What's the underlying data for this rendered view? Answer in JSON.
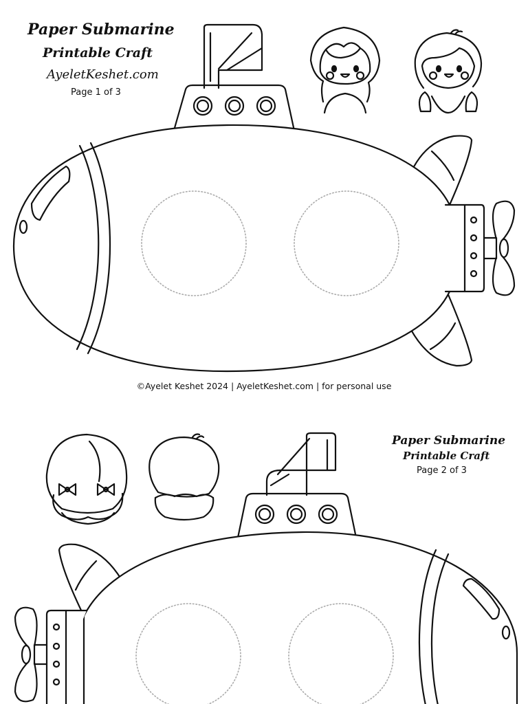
{
  "page1": {
    "title": "Paper Submarine",
    "subtitle": "Printable Craft",
    "website": "AyeletKeshet.com",
    "page_label": "Page 1 of 3"
  },
  "footer": {
    "copyright": "©Ayelet Keshet 2024 | AyeletKeshet.com | for personal use"
  },
  "page2": {
    "title": "Paper Submarine",
    "subtitle": "Printable Craft",
    "page_label": "Page 2 of 3"
  },
  "colors": {
    "line": "#111111",
    "dotted": "#aaaaaa",
    "cheek": "#ffffff",
    "paper": "#ffffff"
  },
  "icons": [
    "submarine",
    "periscope",
    "porthole",
    "propeller",
    "girl-face",
    "boy-face",
    "girl-back-of-head",
    "boy-back-of-head"
  ]
}
